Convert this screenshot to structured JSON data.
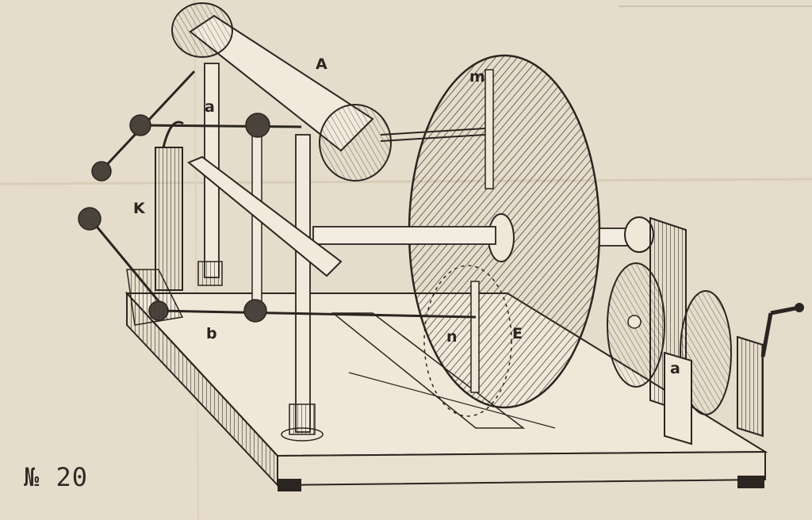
{
  "figure": {
    "plate_number": "№ 20",
    "labels": {
      "A": "A",
      "a_top": "a",
      "K": "K",
      "b": "b",
      "m": "m",
      "n": "n",
      "E": "E",
      "a_right": "a"
    }
  },
  "colors": {
    "paper": "#e6dccb",
    "ink": "#2a2520",
    "shade": "#8a8378"
  }
}
